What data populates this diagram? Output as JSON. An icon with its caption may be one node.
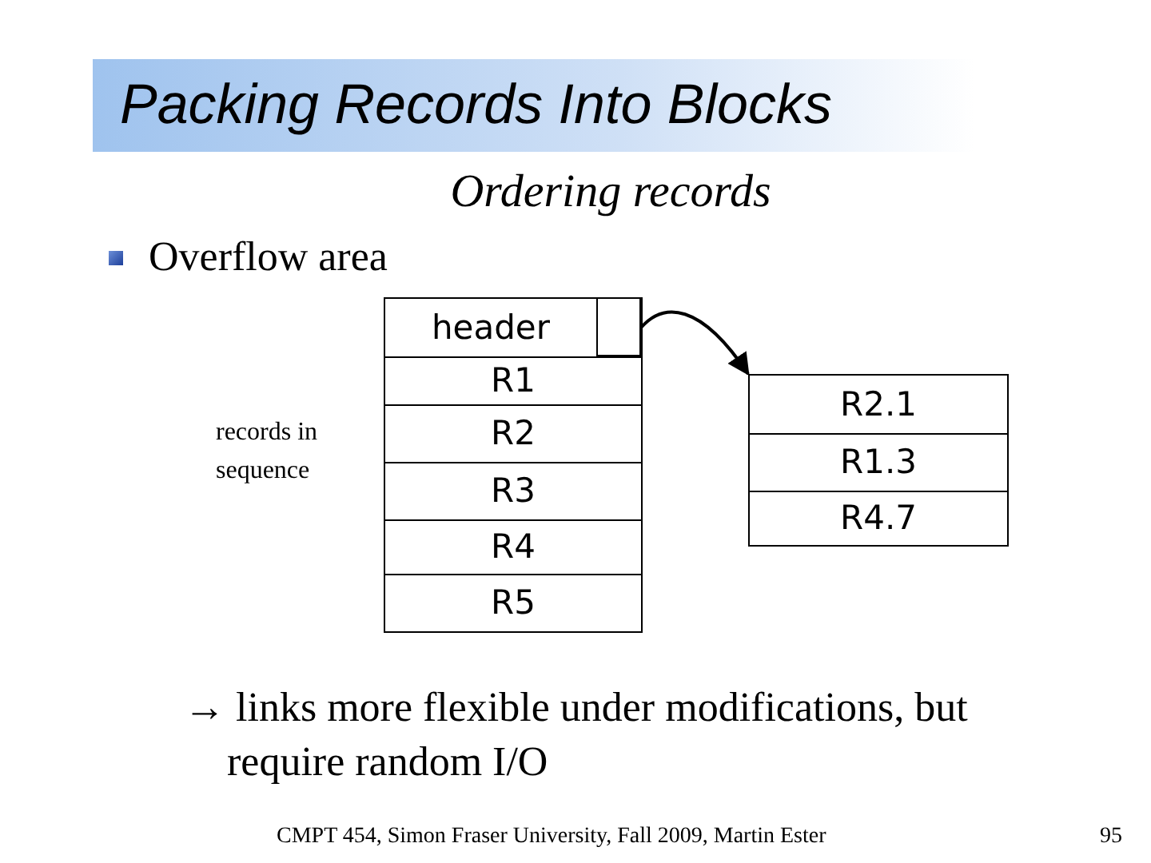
{
  "diagram": {
    "title": "Packing Records Into Blocks",
    "nodes": [
      {
        "text": [],
        "shape": "box"
      },
      {
        "text": [
          "header"
        ],
        "in": 0
      },
      {
        "text": [],
        "shape": "box",
        "in": 0
      },
      {
        "text": [
          "R1"
        ],
        "in": 0
      },
      {
        "text": [
          "R2"
        ],
        "in": 0
      },
      {
        "text": [
          "R3"
        ],
        "in": 0
      },
      {
        "text": [
          "R4"
        ],
        "in": 0
      },
      {
        "text": [
          "R5"
        ],
        "in": 0
      },
      {
        "text": [],
        "shape": "box"
      },
      {
        "text": [
          "R2.1"
        ],
        "in": 8
      },
      {
        "text": [
          "R1.3"
        ],
        "in": 8
      },
      {
        "text": [
          "R4.7"
        ],
        "in": 8
      }
    ],
    "edges": [
      {
        "from": 2,
        "to": 8,
        "arrow": "to"
      }
    ],
    "labels": [
      "Ordering records",
      "Overflow area",
      "records in sequence",
      "→ links more flexible under modifications, but require random I/O",
      "CMPT 454, Simon Fraser University, Fall 2009, Martin Ester",
      "95"
    ]
  }
}
